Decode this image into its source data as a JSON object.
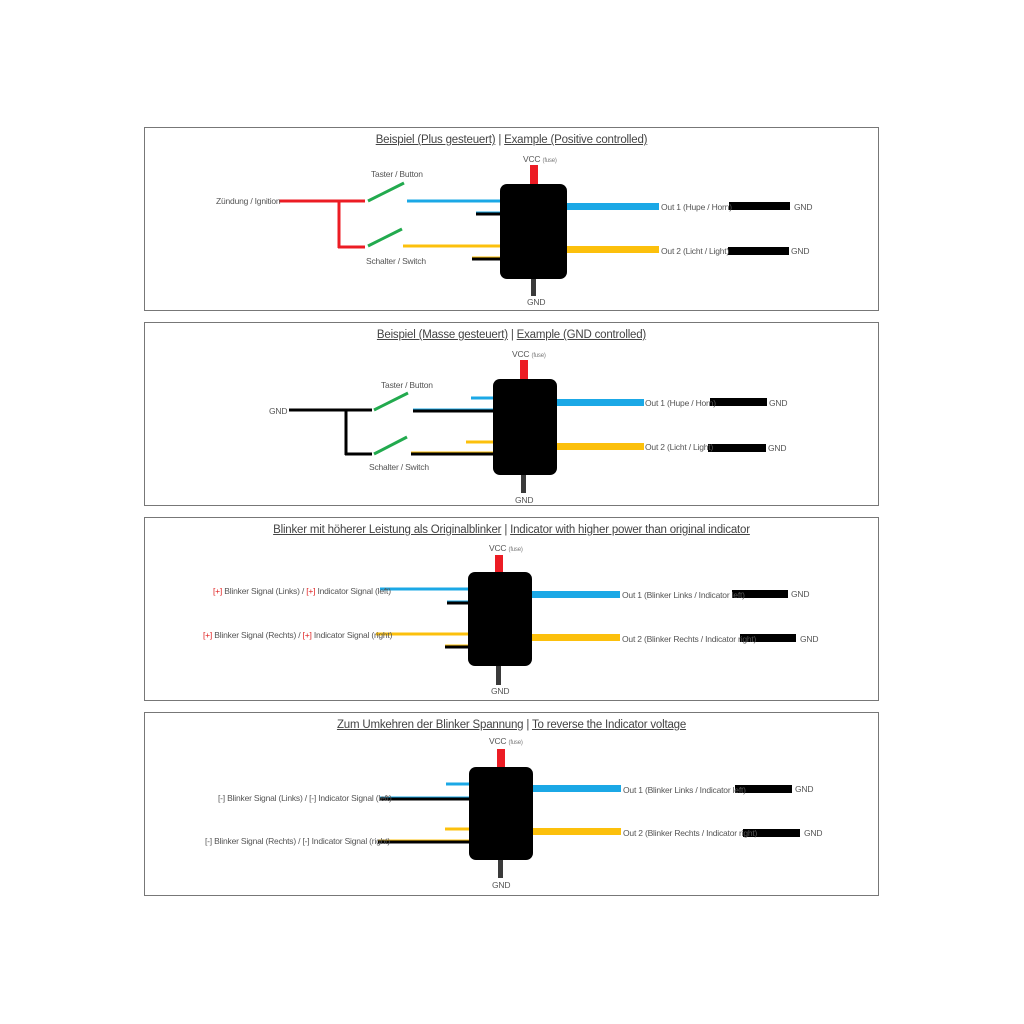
{
  "colors": {
    "vcc": "#ec1c24",
    "blue": "#1ba8e6",
    "yellow": "#fcc00c",
    "switch": "#22aa4e",
    "body": "#000000",
    "gnd": "#3a3a3a"
  },
  "vcc_sub": "(fuse)",
  "gnd": "GND",
  "vcc": "VCC",
  "panels": [
    {
      "title_de": "Beispiel (Plus gesteuert)",
      "title_en": "Example (Positive controlled)",
      "title_sep": "|",
      "input_label": "Zündung / Ignition",
      "button_label": "Taster / Button",
      "switch_label": "Schalter / Switch",
      "out1": "Out 1 (Hupe / Horn)",
      "out2": "Out 2 (Licht / Light)"
    },
    {
      "title_de": "Beispiel (Masse gesteuert)",
      "title_en": "Example (GND controlled)",
      "title_sep": "|",
      "input_label": "GND",
      "button_label": "Taster / Button",
      "switch_label": "Schalter / Switch",
      "out1": "Out 1 (Hupe / Horn)",
      "out2": "Out 2 (Licht / Light)"
    },
    {
      "title_de": "Blinker mit höherer Leistung als Originalblinker",
      "title_en": "Indicator with higher power than original indicator",
      "title_sep": "|",
      "in1_br": "[+]",
      "in1_a": "Blinker Signal (Links) /",
      "in1_b": "Indicator Signal (left)",
      "in2_br": "[+]",
      "in2_a": "Blinker Signal (Rechts) /",
      "in2_b": "Indicator Signal (right)",
      "out1": "Out 1 (Blinker Links / Indicator left)",
      "out2": "Out 2 (Blinker Rechts / Indicator right)"
    },
    {
      "title_de": "Zum Umkehren der Blinker Spannung",
      "title_en": "To reverse the Indicator voltage",
      "title_sep": "|",
      "in1_br": "[-]",
      "in1_a": "Blinker Signal (Links) /",
      "in1_b": "Indicator Signal (left)",
      "in2_br": "[-]",
      "in2_a": "Blinker Signal (Rechts) /",
      "in2_b": "Indicator Signal (right)",
      "out1": "Out 1 (Blinker Links / Indicator left)",
      "out2": "Out 2 (Blinker Rechts / Indicator right)"
    }
  ]
}
